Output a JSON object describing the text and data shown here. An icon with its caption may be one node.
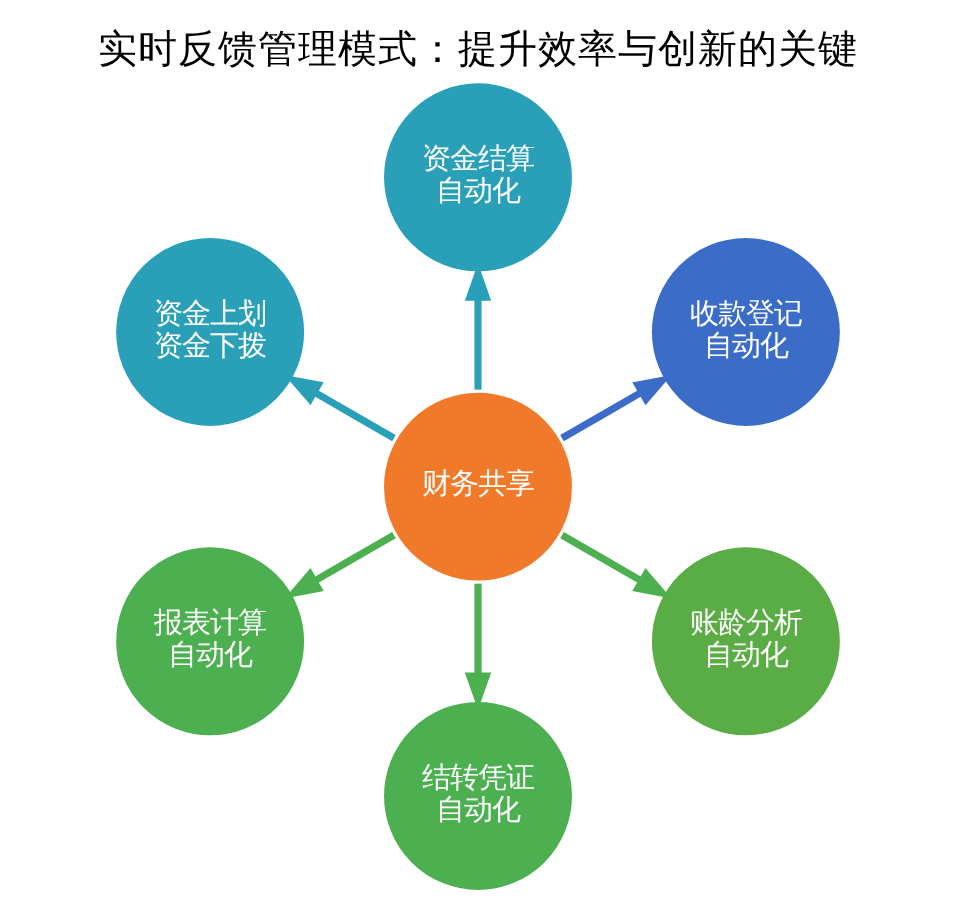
{
  "diagram": {
    "title": "实时反馈管理模式：提升效率与创新的关键",
    "nodes": [
      {
        "text": [
          "财务共享"
        ]
      },
      {
        "text": [
          "收款登记自动化"
        ]
      },
      {
        "text": [
          "资金结算自动化"
        ]
      },
      {
        "text": [
          "资金上划资金下拨"
        ]
      },
      {
        "text": [
          "报表计算自动化"
        ]
      },
      {
        "text": [
          "结转凭证自动化"
        ]
      },
      {
        "text": [
          "账龄分析自动化"
        ]
      }
    ],
    "edges": [
      {
        "from": 0,
        "to": 1,
        "arrow": "to",
        "color": "#3a6cc8"
      },
      {
        "from": 0,
        "to": 2,
        "arrow": "to",
        "color": "#2aa0b8"
      },
      {
        "from": 0,
        "to": 3,
        "arrow": "to",
        "color": "#2aa0b8"
      },
      {
        "from": 0,
        "to": 4,
        "arrow": "to"
      },
      {
        "from": 0,
        "to": 5,
        "arrow": "to"
      },
      {
        "from": 0,
        "to": 6,
        "arrow": "to"
      }
    ]
  }
}
